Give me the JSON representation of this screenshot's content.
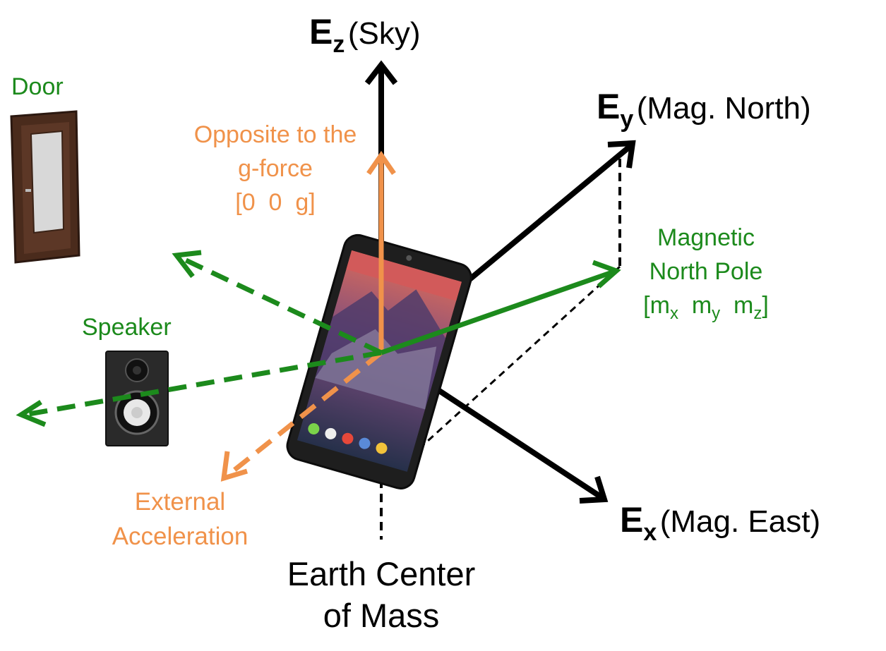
{
  "colors": {
    "black": "#000000",
    "green": "#1c8a1c",
    "orange": "#f0924a",
    "door_wood": "#4a2b1c",
    "door_glass": "#d8d8d8",
    "speaker_body": "#2a2a2a",
    "phone_body": "#1e1e1e"
  },
  "axes": {
    "z": {
      "letter": "E",
      "subscript": "z",
      "desc": "(Sky)"
    },
    "y": {
      "letter": "E",
      "subscript": "y",
      "desc": "(Mag. North)"
    },
    "x": {
      "letter": "E",
      "subscript": "x",
      "desc": "(Mag. East)"
    }
  },
  "labels": {
    "door": "Door",
    "speaker": "Speaker",
    "gforce_line1": "Opposite to the",
    "gforce_line2": "g-force",
    "gforce_vector": "[0  0  g]",
    "mag_line1": "Magnetic",
    "mag_line2": "North Pole",
    "mag_open": "[m",
    "mag_sub_x": "x",
    "mag_my": "  m",
    "mag_sub_y": "y",
    "mag_mz": "  m",
    "mag_sub_z": "z",
    "mag_close": "]",
    "ext_line1": "External",
    "ext_line2": "Acceleration",
    "earth_line1": "Earth Center",
    "earth_line2": "of Mass"
  },
  "icons": {
    "door": "door-icon",
    "speaker": "speaker-icon",
    "phone": "smartphone-icon"
  }
}
